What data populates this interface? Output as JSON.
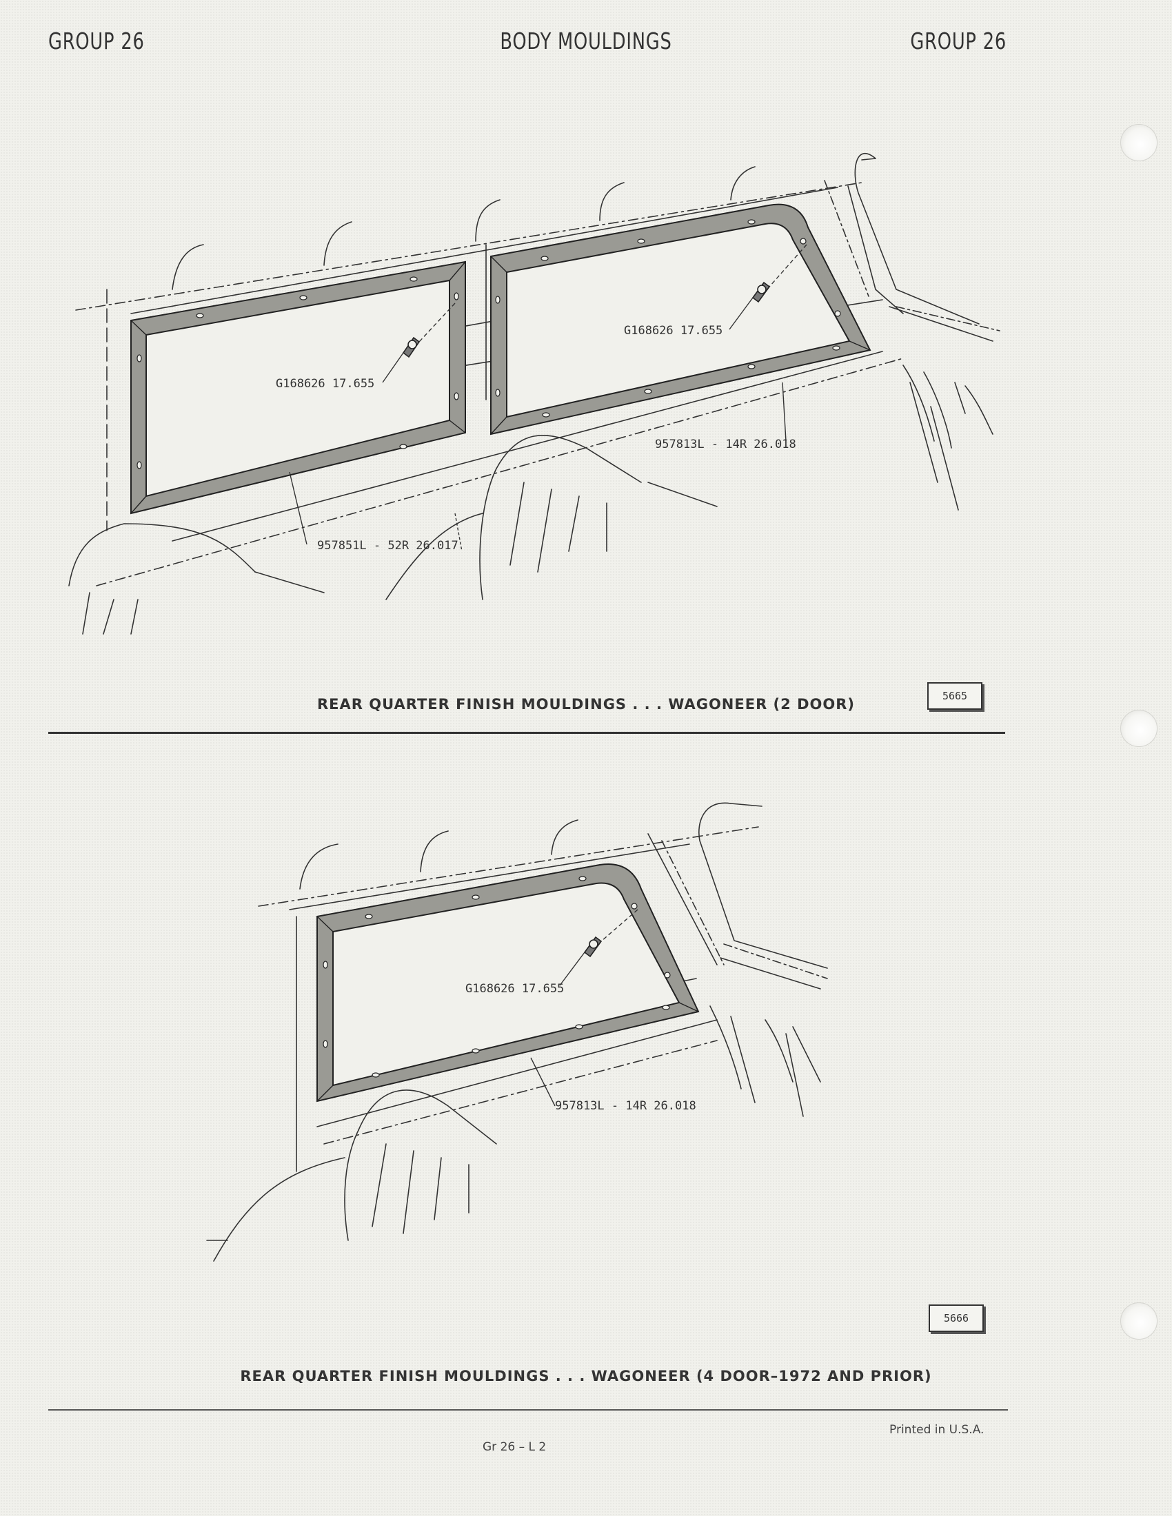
{
  "header": {
    "left": "GROUP 26",
    "title": "BODY MOULDINGS",
    "right": "GROUP 26"
  },
  "figure_1": {
    "caption": "REAR QUARTER FINISH MOULDINGS . . . WAGONEER (2 DOOR)",
    "number": "5665",
    "callouts": {
      "screw_left": "G168626 17.655",
      "screw_right": "G168626 17.655",
      "moulding_right": "957813L - 14R 26.018",
      "moulding_left": "957851L - 52R 26.017"
    }
  },
  "figure_2": {
    "caption": "REAR QUARTER FINISH MOULDINGS . . . WAGONEER (4 DOOR–1972 AND PRIOR)",
    "number": "5666",
    "callouts": {
      "screw": "G168626 17.655",
      "moulding": "957813L - 14R 26.018"
    }
  },
  "footer": {
    "page_ref": "Gr 26 – L 2",
    "printed": "Printed in U.S.A."
  }
}
